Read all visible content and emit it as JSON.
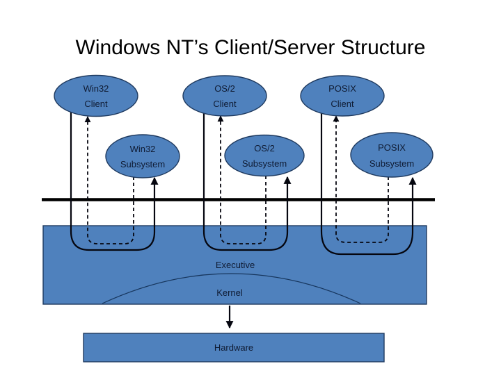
{
  "title": "Windows NT’s Client/Server Structure",
  "colors": {
    "background": "#ffffff",
    "shape_fill": "#4f81bd",
    "shape_border": "#1f3a5f",
    "flow_line": "#05060f",
    "boundary_line": "#000000",
    "title_color": "#000000",
    "label_color": "#0f1b33"
  },
  "nodes": {
    "clients": [
      {
        "line1": "Win32",
        "line2": "Client"
      },
      {
        "line1": "OS/2",
        "line2": "Client"
      },
      {
        "line1": "POSIX",
        "line2": "Client"
      }
    ],
    "subsystems": [
      {
        "line1": "Win32",
        "line2": "Subsystem"
      },
      {
        "line1": "OS/2",
        "line2": "Subsystem"
      },
      {
        "line1": "POSIX",
        "line2": "Subsystem"
      }
    ]
  },
  "layers": {
    "executive": "Executive",
    "kernel": "Kernel",
    "hardware": "Hardware"
  }
}
